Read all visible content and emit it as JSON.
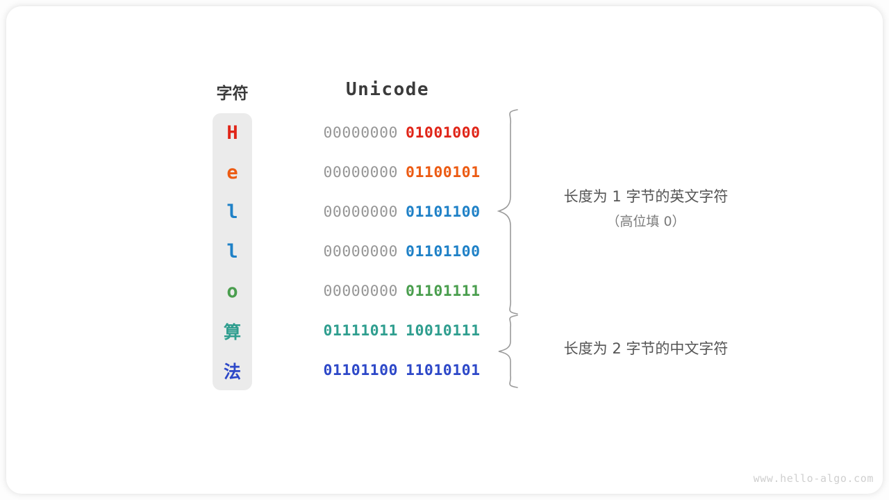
{
  "headers": {
    "char": "字符",
    "unicode": "Unicode"
  },
  "colors": {
    "H": "#e02518",
    "e": "#ec5b13",
    "l": "#1f81c7",
    "o": "#4a9e4e",
    "suan": "#2f9e8f",
    "fa": "#2d48c8",
    "high_byte_gray": "#969696",
    "panel_gray": "#ebebeb",
    "brace_gray": "#9a9a9a",
    "annotation_text": "#555555"
  },
  "rows": [
    {
      "char": "H",
      "high": "00000000",
      "low": "01001000",
      "color": "#e02518",
      "cjk": false,
      "high_strong": false
    },
    {
      "char": "e",
      "high": "00000000",
      "low": "01100101",
      "color": "#ec5b13",
      "cjk": false,
      "high_strong": false
    },
    {
      "char": "l",
      "high": "00000000",
      "low": "01101100",
      "color": "#1f81c7",
      "cjk": false,
      "high_strong": false
    },
    {
      "char": "l",
      "high": "00000000",
      "low": "01101100",
      "color": "#1f81c7",
      "cjk": false,
      "high_strong": false
    },
    {
      "char": "o",
      "high": "00000000",
      "low": "01101111",
      "color": "#4a9e4e",
      "cjk": false,
      "high_strong": false
    },
    {
      "char": "算",
      "high": "01111011",
      "low": "10010111",
      "color": "#2f9e8f",
      "cjk": true,
      "high_strong": true
    },
    {
      "char": "法",
      "high": "01101100",
      "low": "11010101",
      "color": "#2d48c8",
      "cjk": true,
      "high_strong": true
    }
  ],
  "annotations": {
    "group1_line1": "长度为 1 字节的英文字符",
    "group1_line2": "（高位填 0）",
    "group2_line1": "长度为 2 字节的中文字符"
  },
  "watermark": "www.hello-algo.com"
}
